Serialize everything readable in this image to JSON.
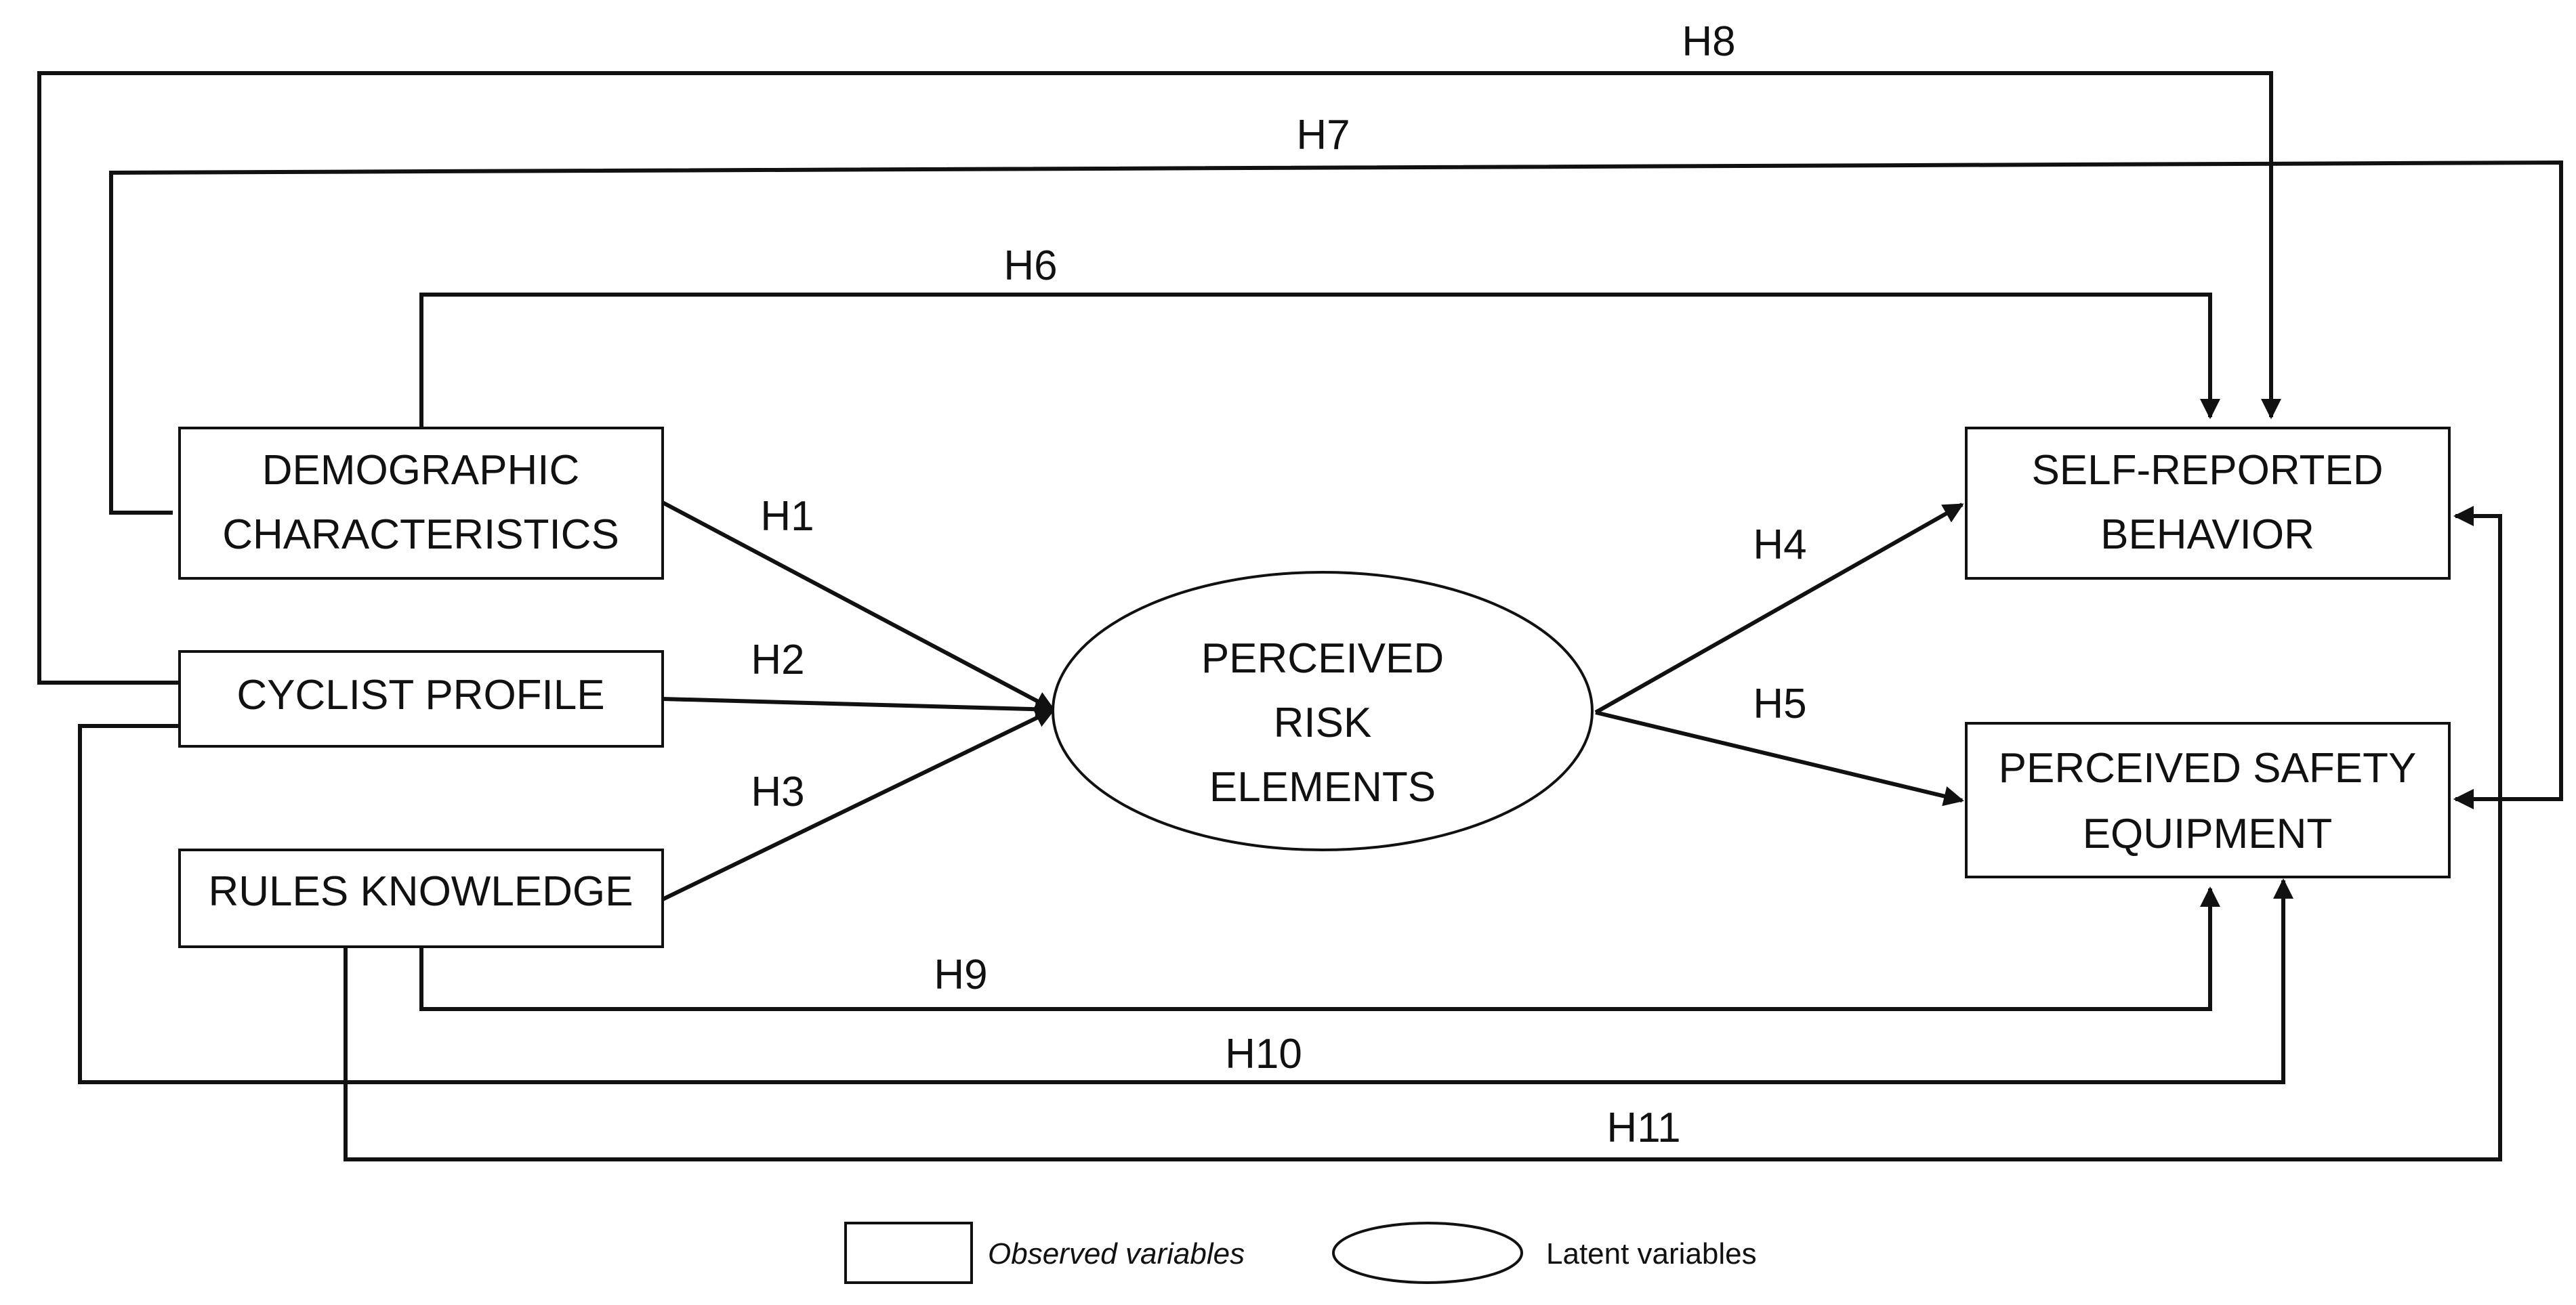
{
  "nodes": {
    "demographic": {
      "lines": [
        "DEMOGRAPHIC",
        "CHARACTERISTICS"
      ]
    },
    "cyclist_profile": {
      "lines": [
        "CYCLIST PROFILE"
      ]
    },
    "rules_knowledge": {
      "lines": [
        "RULES KNOWLEDGE"
      ]
    },
    "perceived_risk": {
      "lines": [
        "PERCEIVED",
        "RISK",
        "ELEMENTS"
      ]
    },
    "self_reported": {
      "lines": [
        "SELF-REPORTED",
        "BEHAVIOR"
      ]
    },
    "safety_equipment": {
      "lines": [
        "PERCEIVED SAFETY",
        "EQUIPMENT"
      ]
    }
  },
  "hypotheses": {
    "h1": "H1",
    "h2": "H2",
    "h3": "H3",
    "h4": "H4",
    "h5": "H5",
    "h6": "H6",
    "h7": "H7",
    "h8": "H8",
    "h9": "H9",
    "h10": "H10",
    "h11": "H11"
  },
  "legend": {
    "observed": "Observed variables",
    "latent": "Latent variables"
  }
}
